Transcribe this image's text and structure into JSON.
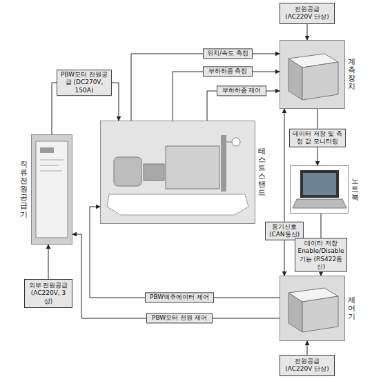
{
  "diagram": {
    "nodes": [
      {
        "text": [
          "전원공급 (AC220V 단상)"
        ]
      },
      {
        "text": [
          "계측 장치"
        ]
      },
      {
        "text": [
          "직류 전원공급기"
        ]
      },
      {
        "text": [
          "테스트 스탠드"
        ]
      },
      {
        "text": [
          "노트북"
        ]
      },
      {
        "text": [
          "외부 전원공급 (AC220V, 3상)"
        ]
      },
      {
        "text": [
          "제어기"
        ]
      },
      {
        "text": [
          "전원공급 (AC220V 단상)"
        ]
      }
    ],
    "edges": [
      {
        "from": 0,
        "to": 1,
        "arrow": "to"
      },
      {
        "from": 3,
        "to": 1,
        "label": "위치/속도 측정",
        "arrow": "to"
      },
      {
        "from": 3,
        "to": 1,
        "label": "부하하중 측정",
        "arrow": "to"
      },
      {
        "from": 3,
        "to": 1,
        "label": "부하하중 제어",
        "arrow": "to"
      },
      {
        "from": 2,
        "to": 3,
        "label": "PBW모터 전원공급 (DC270V, 150A)",
        "arrow": "to"
      },
      {
        "from": 1,
        "to": 4,
        "label": "데이터 저장 및 측정 값 모니터링",
        "arrow": "to"
      },
      {
        "from": 1,
        "to": 6,
        "label": "동기신호 (CAN통신)",
        "arrow": "both"
      },
      {
        "from": 4,
        "to": 6,
        "label": "데이터 저장 Enable/Disable 기능 (RS422통신)",
        "arrow": "to"
      },
      {
        "from": 6,
        "to": 3,
        "label": "PBW액추에이터 제어",
        "arrow": "to"
      },
      {
        "from": 6,
        "to": 2,
        "label": "PBW모터 전원 제어",
        "arrow": "to"
      },
      {
        "from": 5,
        "to": 2,
        "arrow": "to"
      },
      {
        "from": 7,
        "to": 6,
        "arrow": "to"
      }
    ]
  }
}
